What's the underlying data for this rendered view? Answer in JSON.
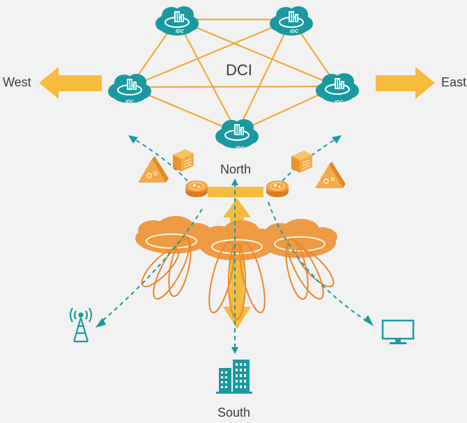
{
  "labels": {
    "west": "West",
    "east": "East",
    "dci": "DCI",
    "north": "North",
    "south": "South"
  },
  "idc_badge": "IDC",
  "icons": [
    "idc-cloud-icon",
    "cell-tower-icon",
    "office-building-icon",
    "monitor-icon",
    "server-box-icon",
    "router-disc-icon",
    "controller-prism-icon"
  ],
  "colors": {
    "background": "#f2f2f2",
    "mesh_line": "#f2a93b",
    "cloud_teal": "#1a9aa0",
    "orange_cloud": "#ef9a45",
    "arrow_yellow": "#f7bb3d",
    "dashed_teal": "#1a9aa0"
  }
}
